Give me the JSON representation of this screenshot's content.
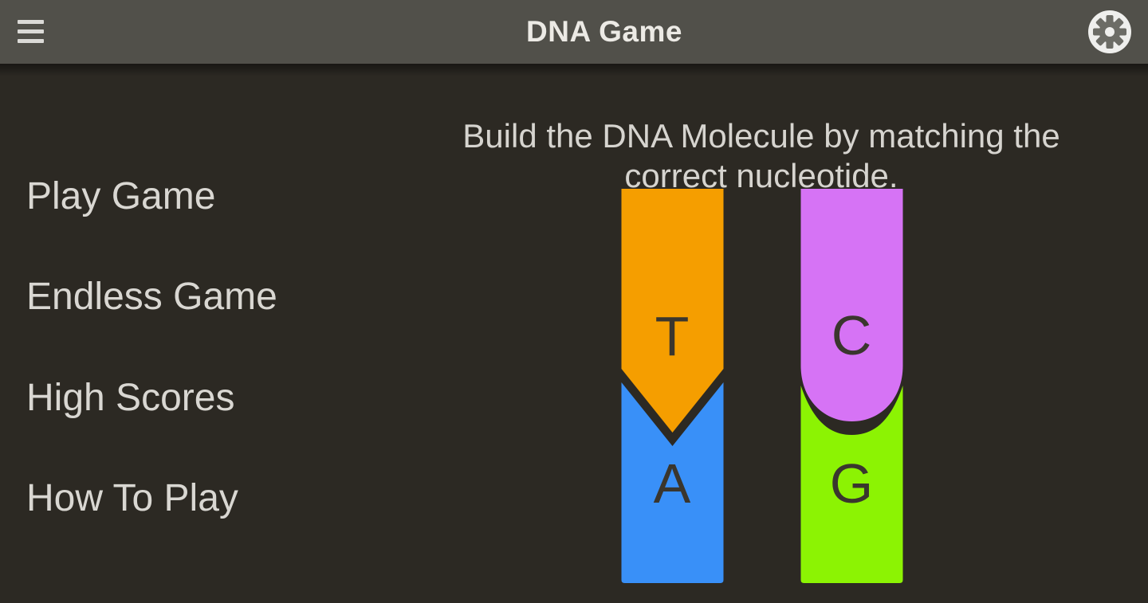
{
  "header": {
    "title": "DNA Game",
    "menu_icon": "hamburger-menu",
    "settings_icon": "gear"
  },
  "menu": {
    "items": [
      {
        "label": "Play Game"
      },
      {
        "label": "Endless Game"
      },
      {
        "label": "High Scores"
      },
      {
        "label": "How To Play"
      }
    ]
  },
  "main": {
    "instruction": "Build the DNA Molecule by matching the correct nucleotide."
  },
  "nucleotides": {
    "pairs": [
      {
        "top": {
          "letter": "T",
          "color": "#F59E00"
        },
        "bottom": {
          "letter": "A",
          "color": "#3990F8"
        }
      },
      {
        "top": {
          "letter": "C",
          "color": "#D673F5"
        },
        "bottom": {
          "letter": "G",
          "color": "#8CF303"
        }
      }
    ]
  },
  "colors": {
    "toolbar": "#51504A",
    "background": "#2C2923",
    "text_light": "#D9D7D2",
    "letter_dark": "#3A362E",
    "gear_glyph": "#6C6C66",
    "gear_circle": "#EFEFED"
  }
}
